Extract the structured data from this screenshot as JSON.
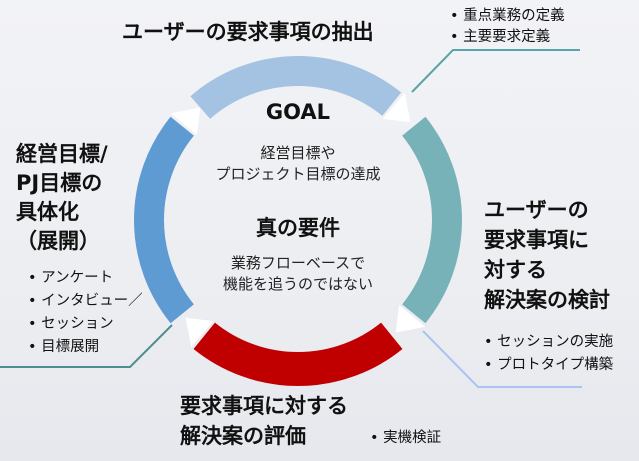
{
  "colors": {
    "top": "#a4c3e2",
    "right": "#77b2b9",
    "bottom": "#c00000",
    "left": "#5e9bd2"
  },
  "center": {
    "goal_title": "GOAL",
    "goal_lines": [
      "経営目標や",
      "プロジェクト目標の達成"
    ],
    "req_title": "真の要件",
    "req_lines": [
      "業務フローベースで",
      "機能を追うのではない"
    ]
  },
  "top": {
    "title": "ユーザーの要求事項の抽出",
    "bullets": [
      "重点業務の定義",
      "主要要求定義"
    ]
  },
  "right": {
    "title_lines": [
      "ユーザーの",
      "要求事項に",
      "対する",
      "解決案の検討"
    ],
    "bullets": [
      "セッションの実施",
      "プロトタイプ構築"
    ]
  },
  "bottom": {
    "title_lines": [
      "要求事項に対する",
      "解決案の評価"
    ],
    "bullets": [
      "実機検証"
    ]
  },
  "left": {
    "title_lines": [
      "経営目標/",
      "PJ目標の",
      "具体化",
      "（展開）"
    ],
    "bullets": [
      "アンケート",
      "インタビュー／",
      "セッション",
      "目標展開"
    ]
  }
}
